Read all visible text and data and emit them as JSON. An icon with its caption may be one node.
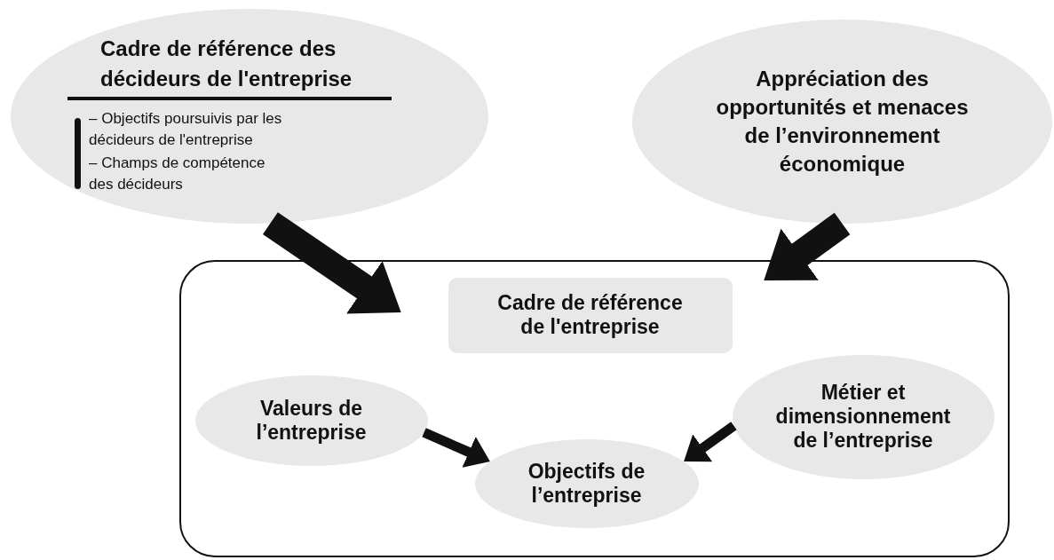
{
  "diagram": {
    "nodes": [
      {
        "text": [
          "Cadre de référence des décideurs de l'entreprise",
          "– Objectifs poursuivis par les décideurs de l'entreprise",
          "– Champs de compétence des décideurs"
        ]
      },
      {
        "text": [
          "Appréciation des opportunités et menaces de l’environnement économique"
        ]
      },
      {
        "text": [],
        "shape": "box"
      },
      {
        "text": [
          "Cadre de référence de l'entreprise"
        ],
        "in": 2
      },
      {
        "text": [
          "Valeurs de l’entreprise"
        ],
        "in": 2
      },
      {
        "text": [
          "Métier et dimensionnement de l’entreprise"
        ],
        "in": 2
      },
      {
        "text": [
          "Objectifs de l’entreprise"
        ],
        "in": 2
      }
    ],
    "edges": [
      {
        "from": 0,
        "to": 2,
        "arrow": "to",
        "style": "thick"
      },
      {
        "from": 1,
        "to": 2,
        "arrow": "to",
        "style": "thick"
      },
      {
        "from": 4,
        "to": 6,
        "arrow": "to"
      },
      {
        "from": 5,
        "to": 6,
        "arrow": "to"
      }
    ]
  }
}
